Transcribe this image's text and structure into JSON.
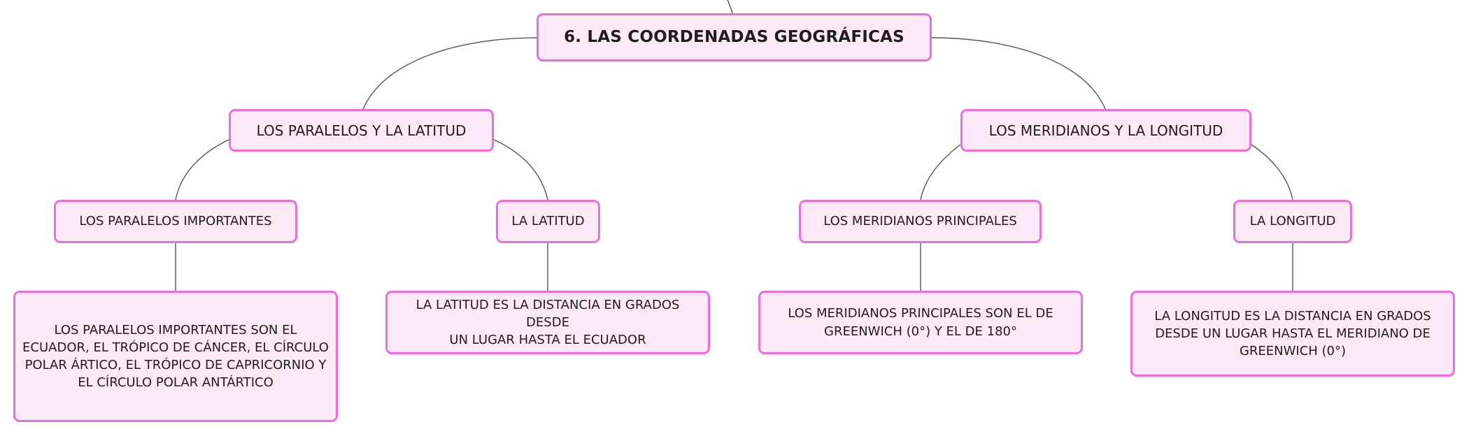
{
  "colors": {
    "node_border": "#ec6fd9",
    "node_fill": "#fde9f8",
    "connector": "#555555",
    "text": "#1e1e1e"
  },
  "map": {
    "root": "6. LAS COORDENADAS GEOGRÁFICAS",
    "branches": [
      {
        "label": "LOS PARALELOS Y LA LATITUD",
        "children": [
          {
            "label": "LOS PARALELOS IMPORTANTES",
            "detail_lines": [
              "LOS PARALELOS IMPORTANTES SON EL",
              "ECUADOR, EL TRÓPICO DE CÁNCER, EL CÍRCULO",
              "POLAR ÁRTICO, EL TRÓPICO DE CAPRICORNIO Y",
              "EL CÍRCULO POLAR ANTÁRTICO"
            ]
          },
          {
            "label": "LA LATITUD",
            "detail_lines": [
              "LA LATITUD ES LA DISTANCIA EN GRADOS DESDE",
              "UN LUGAR HASTA EL ECUADOR"
            ]
          }
        ]
      },
      {
        "label": "LOS MERIDIANOS Y LA LONGITUD",
        "children": [
          {
            "label": "LOS MERIDIANOS PRINCIPALES",
            "detail_lines": [
              "LOS MERIDIANOS PRINCIPALES SON EL DE",
              "GREENWICH (0°) Y EL DE 180°"
            ]
          },
          {
            "label": "LA LONGITUD",
            "detail_lines": [
              "LA LONGITUD ES LA DISTANCIA EN GRADOS",
              "DESDE UN LUGAR HASTA EL MERIDIANO DE",
              "GREENWICH (0°)"
            ]
          }
        ]
      }
    ]
  }
}
